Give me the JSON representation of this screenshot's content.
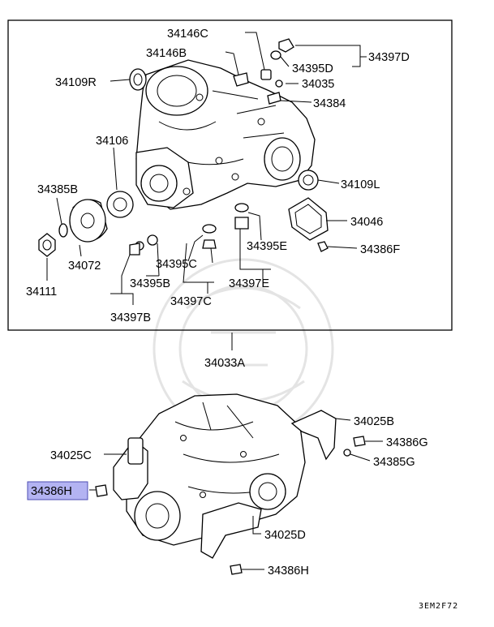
{
  "diagram": {
    "highlight_color": "#b3b3f2",
    "labels": {
      "l34146C": "34146C",
      "l34146B": "34146B",
      "l34395D": "34395D",
      "l34397D": "34397D",
      "l34109R": "34109R",
      "l34035": "34035",
      "l34384": "34384",
      "l34106": "34106",
      "l34385B": "34385B",
      "l34109L": "34109L",
      "l34046": "34046",
      "l34395E": "34395E",
      "l34386F": "34386F",
      "l34072": "34072",
      "l34395C": "34395C",
      "l34395B": "34395B",
      "l34397E": "34397E",
      "l34111": "34111",
      "l34397C": "34397C",
      "l34397B": "34397B",
      "l34033A": "34033A",
      "l34025B": "34025B",
      "l34386G": "34386G",
      "l34025C": "34025C",
      "l34385G": "34385G",
      "l34386H_a": "34386H",
      "l34025D": "34025D",
      "l34386H_b": "34386H"
    },
    "figure_code": "3EM2F72"
  }
}
